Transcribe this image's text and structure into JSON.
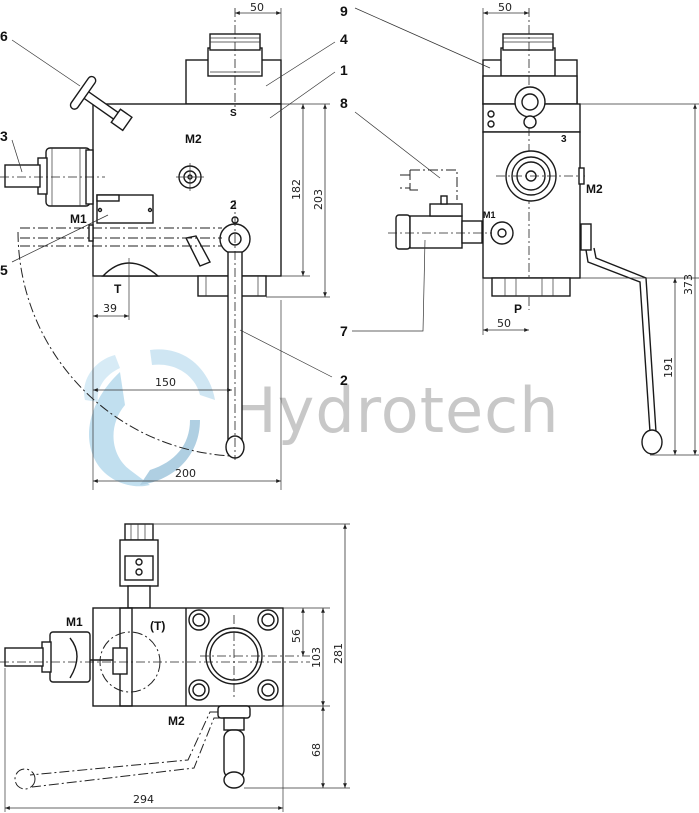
{
  "drawing": {
    "title": "Hydraulic ball valve block with solenoid — dimensional drawing",
    "watermark": {
      "text": "Hydrotech",
      "logo_color": "#8fc6e3",
      "text_color": "#9a9a9a"
    },
    "callouts": {
      "c1": "1",
      "c2": "2",
      "c2b": "2",
      "c3": "3",
      "c4": "4",
      "c5": "5",
      "c6": "6",
      "c7": "7",
      "c8": "8",
      "c9": "9"
    },
    "front_view": {
      "ports": {
        "m1": "M1",
        "m2": "M2",
        "t": "T",
        "s": "S",
        "pos2": "2"
      },
      "dimensions": {
        "top_width": "50",
        "h182": "182",
        "h203": "203",
        "w39": "39",
        "w150": "150",
        "w200": "200"
      }
    },
    "side_view": {
      "ports": {
        "m1": "M1",
        "m2": "M2",
        "p": "P",
        "pos3": "3"
      },
      "dimensions": {
        "top_width": "50",
        "bottom_width": "50",
        "h373": "373",
        "h191": "191"
      }
    },
    "top_view": {
      "ports": {
        "m1": "M1",
        "m2": "M2",
        "t": "(T)"
      },
      "dimensions": {
        "h56": "56",
        "h103": "103",
        "h281": "281",
        "h68": "68",
        "w294": "294"
      }
    }
  }
}
